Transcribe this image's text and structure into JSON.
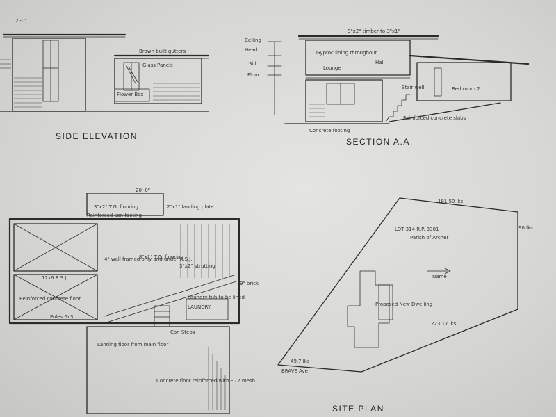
{
  "titles": {
    "side_elevation": "SIDE ELEVATION",
    "section": "SECTION A.A.",
    "site_plan": "SITE PLAN"
  },
  "side_elevation_notes": {
    "dim_top": "2'-0\"",
    "gutters": "Brown built gutters",
    "glass": "Glass Panels",
    "flower_box": "Flower Box"
  },
  "section_notes": {
    "timber": "9\"x2\" timber to 3\"x1\"",
    "ceiling": "Gyproc lining throughout",
    "lounge": "Lounge",
    "hall": "Hall",
    "stair_well": "Stair well",
    "bedroom": "Bed room 2",
    "footing": "Concrete footing",
    "slab": "Reinforced concrete slabs",
    "ceiling_label": "Ceiling",
    "head_label": "Head",
    "sill_label": "Sill",
    "floor_label": "Floor"
  },
  "floor_plan_notes": {
    "dim_top": "20'-0\"",
    "plate": "3\"x2\" T.G. flooring",
    "landing": "2\"x1\" landing plate",
    "reinforced": "Reinforced con footing",
    "wall_note": "4\" wall framed only and under R.S.J.",
    "flooring": "3\"x1\" T.G. flooring",
    "strutting": "3\"x2\" strutting",
    "rsj": "12x6 R.S.J.",
    "concrete_floor": "Reinforced concrete floor",
    "poles": "Poles 6x3",
    "laundry": "LAUNDRY",
    "laundry_tub": "Laundry tub to be lined",
    "brick": "9\" brick",
    "main_floor": "Landing floor from main floor",
    "steps": "Con Steps",
    "concrete_floor2": "Concrete floor reinforced with F.72 mesh"
  },
  "site_plan_notes": {
    "lot": "LOT 314 R.P. 3301",
    "parish": "Parish of Archer",
    "proposed": "Proposed New Dwelling",
    "boundary_top": "181.50 lks",
    "boundary_right": "90 lks",
    "boundary_diag": "223.17 lks",
    "boundary_bottom": "49.7 lks",
    "frontage": "BRAVE Ave",
    "arrow": "Name"
  }
}
